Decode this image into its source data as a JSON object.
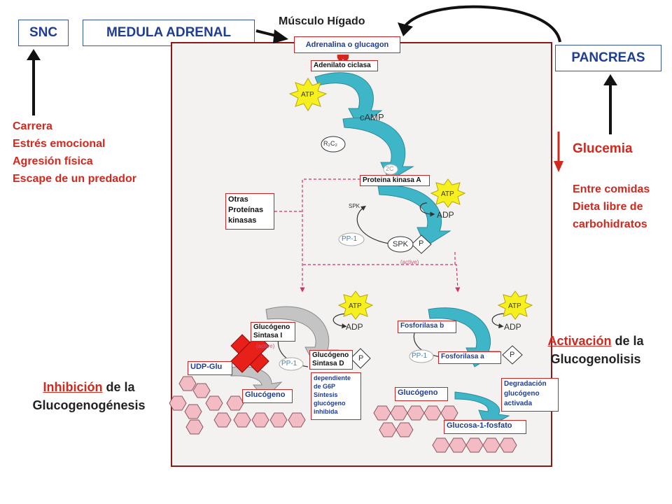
{
  "top": {
    "snc": "SNC",
    "medula": "MEDULA ADRENAL",
    "musculo_higado": "Músculo  Hígado",
    "pancreas": "PANCREAS"
  },
  "left_triggers": [
    "Carrera",
    "Estrés emocional",
    "Agresión física",
    "Escape de un predador"
  ],
  "right": {
    "glucemia": "Glucemia",
    "conditions": [
      "Entre comidas",
      "Dieta libre de",
      "carbohidratos"
    ]
  },
  "pathway": {
    "adrenalina": "Adrenalina o glucagon",
    "adenilato": "Adenilato ciclasa",
    "atp": "ATP",
    "camp": "cAMP",
    "r2c2": "R₂C₂",
    "c2": "2C",
    "pka": "Proteina kinasa A",
    "adp": "ADP",
    "spk_small": "SPK",
    "spk": "SPK",
    "p": "P",
    "pp1": "PP-1",
    "active": "(active)",
    "otras": [
      "Otras",
      "Proteínas",
      "kinasas"
    ],
    "gs_i": [
      "Glucógeno",
      "Sintasa I"
    ],
    "gs_d": [
      "Glucógeno",
      "Sintasa D"
    ],
    "inactive": "(active)",
    "udp_glu": "UDP-Glu",
    "glucogeno": "Glucógeno",
    "dependiente": [
      "dependiente",
      "de G6P",
      "Síntesis",
      "glucógeno",
      "inhibida"
    ],
    "fosforilasa_b": "Fosforilasa b",
    "fosforilasa_a": "Fosforilasa a",
    "degradacion": [
      "Degradación",
      "glucógeno",
      "activada"
    ],
    "glucosa_1p": "Glucosa-1-fosfato"
  },
  "labels": {
    "inhibicion_word": "Inhibición",
    "inhibicion_rest": " de la",
    "glucogenogenesis": "Glucogenogénesis",
    "activacion_word": "Activación",
    "activacion_rest": " de la",
    "glucogenolisis": "Glucogenolisis"
  },
  "colors": {
    "red": "#d2281e",
    "blue_border": "#3355aa",
    "teal": "#3fb6c8",
    "gray_arrow": "#bdbdbd",
    "hex_fill": "#f3bcc4",
    "atp_yellow": "#f7f020"
  }
}
